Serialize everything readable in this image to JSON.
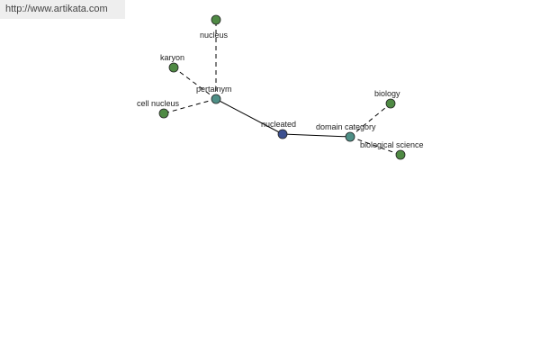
{
  "source_url": "http://www.artikata.com",
  "graph": {
    "center": "nucleated",
    "colors": {
      "center_node": "#3b4f8f",
      "relation_node": "#4e8f86",
      "leaf_node": "#4f8a44",
      "solid_edge": "#000000",
      "dashed_edge": "#000000"
    },
    "nodes": [
      {
        "id": "nucleated",
        "label": "nucleated",
        "kind": "center"
      },
      {
        "id": "pertainym",
        "label": "pertainym",
        "kind": "relation"
      },
      {
        "id": "domain-category",
        "label": "domain category",
        "kind": "relation"
      },
      {
        "id": "nucleus",
        "label": "nucleus",
        "kind": "leaf"
      },
      {
        "id": "karyon",
        "label": "karyon",
        "kind": "leaf"
      },
      {
        "id": "cell-nucleus",
        "label": "cell nucleus",
        "kind": "leaf"
      },
      {
        "id": "biology",
        "label": "biology",
        "kind": "leaf"
      },
      {
        "id": "biological-science",
        "label": "biological science",
        "kind": "leaf"
      }
    ],
    "edges": [
      {
        "from": "nucleated",
        "to": "pertainym",
        "style": "solid"
      },
      {
        "from": "nucleated",
        "to": "domain-category",
        "style": "solid"
      },
      {
        "from": "pertainym",
        "to": "nucleus",
        "style": "dashed"
      },
      {
        "from": "pertainym",
        "to": "karyon",
        "style": "dashed"
      },
      {
        "from": "pertainym",
        "to": "cell-nucleus",
        "style": "dashed"
      },
      {
        "from": "domain-category",
        "to": "biology",
        "style": "dashed"
      },
      {
        "from": "domain-category",
        "to": "biological-science",
        "style": "dashed"
      }
    ]
  }
}
